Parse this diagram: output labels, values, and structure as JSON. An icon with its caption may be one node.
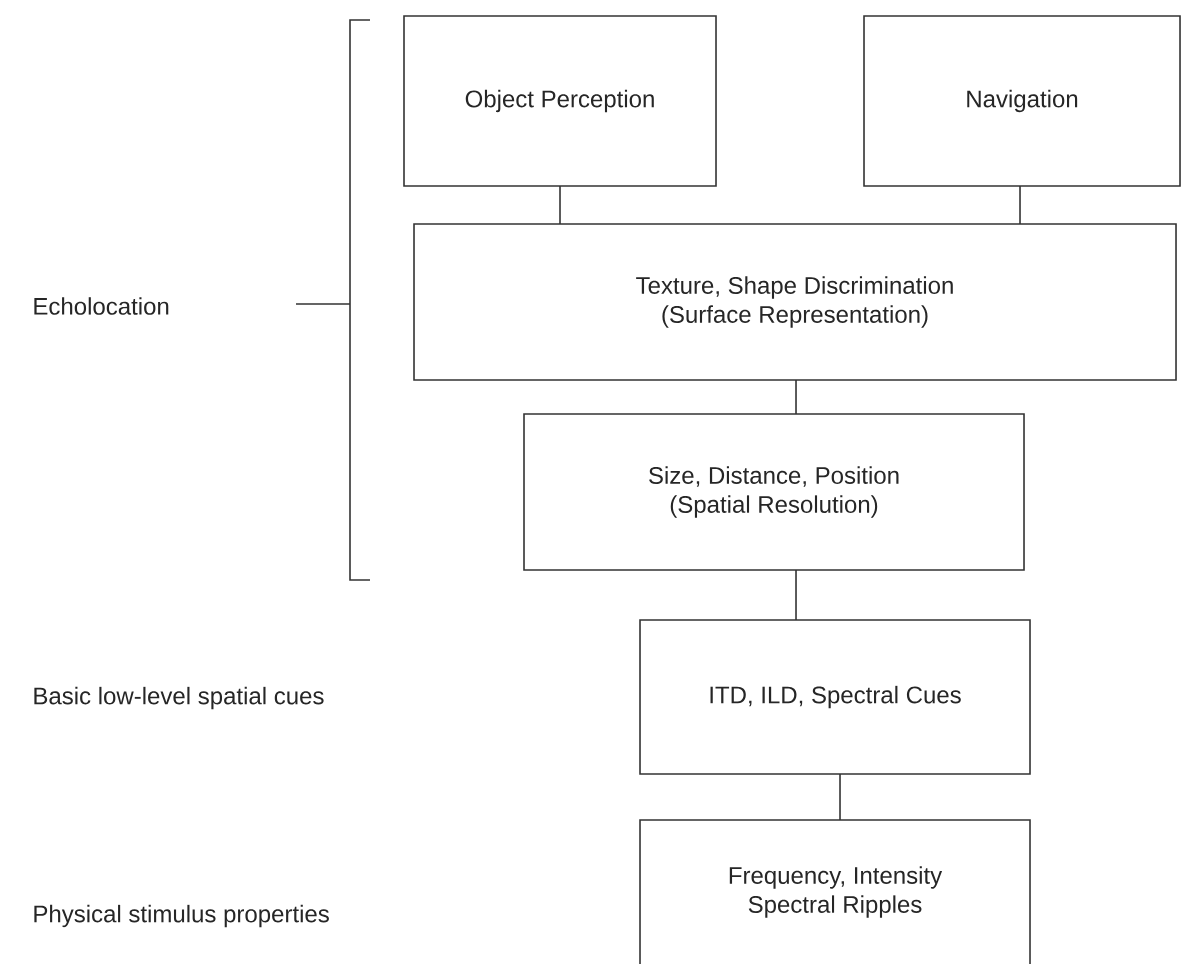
{
  "diagram": {
    "nodes": [
      {
        "text": [
          "Object Perception"
        ]
      },
      {
        "text": [
          "Navigation"
        ]
      },
      {
        "text": [
          "Texture, Shape Discrimination",
          "(Surface Representation)"
        ]
      },
      {
        "text": [
          "Size, Distance, Position",
          "(Spatial Resolution)"
        ]
      },
      {
        "text": [
          "ITD, ILD, Spectral Cues"
        ]
      },
      {
        "text": [
          "Frequency, Intensity",
          "Spectral Ripples"
        ]
      }
    ],
    "edges": [
      {
        "from": 0,
        "to": 2,
        "arrow": "none"
      },
      {
        "from": 1,
        "to": 2,
        "arrow": "none"
      },
      {
        "from": 2,
        "to": 3,
        "arrow": "none"
      },
      {
        "from": 3,
        "to": 4,
        "arrow": "none"
      },
      {
        "from": 4,
        "to": 5,
        "arrow": "none"
      }
    ],
    "labels": [
      "Echolocation",
      "Basic low-level spatial cues",
      "Physical stimulus properties"
    ]
  }
}
